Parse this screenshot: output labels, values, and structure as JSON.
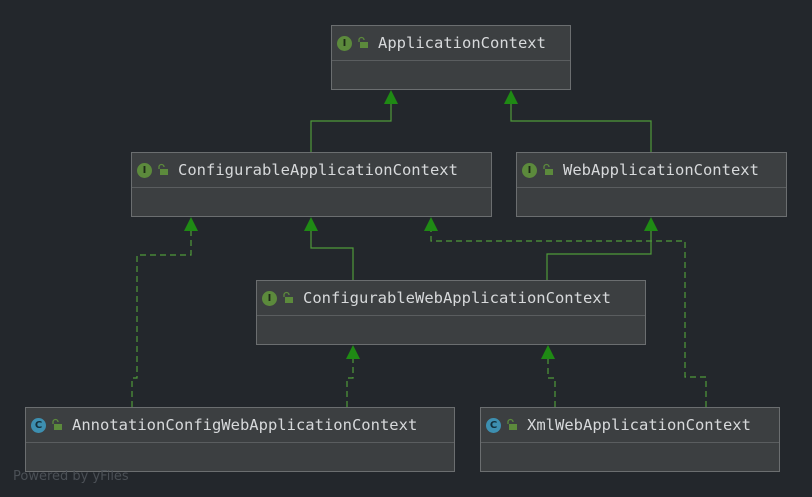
{
  "diagram": {
    "nodes": [
      {
        "name": "ApplicationContext",
        "kind": "interface",
        "kind_letter": "I"
      },
      {
        "name": "ConfigurableApplicationContext",
        "kind": "interface",
        "kind_letter": "I"
      },
      {
        "name": "WebApplicationContext",
        "kind": "interface",
        "kind_letter": "I"
      },
      {
        "name": "ConfigurableWebApplicationContext",
        "kind": "interface",
        "kind_letter": "I"
      },
      {
        "name": "AnnotationConfigWebApplicationContext",
        "kind": "class",
        "kind_letter": "C"
      },
      {
        "name": "XmlWebApplicationContext",
        "kind": "class",
        "kind_letter": "C"
      }
    ],
    "edges": [
      {
        "from": "ConfigurableApplicationContext",
        "to": "ApplicationContext",
        "relation": "extends"
      },
      {
        "from": "WebApplicationContext",
        "to": "ApplicationContext",
        "relation": "extends"
      },
      {
        "from": "ConfigurableWebApplicationContext",
        "to": "ConfigurableApplicationContext",
        "relation": "extends"
      },
      {
        "from": "ConfigurableWebApplicationContext",
        "to": "WebApplicationContext",
        "relation": "extends"
      },
      {
        "from": "AnnotationConfigWebApplicationContext",
        "to": "ConfigurableApplicationContext",
        "relation": "implements"
      },
      {
        "from": "AnnotationConfigWebApplicationContext",
        "to": "ConfigurableWebApplicationContext",
        "relation": "implements"
      },
      {
        "from": "XmlWebApplicationContext",
        "to": "ConfigurableWebApplicationContext",
        "relation": "implements"
      },
      {
        "from": "XmlWebApplicationContext",
        "to": "ConfigurableApplicationContext",
        "relation": "implements"
      }
    ]
  },
  "colors": {
    "background": "#23272c",
    "edge": "#4f9a3a",
    "arrowhead": "#1f8a14",
    "node_fill": "#3c3f41",
    "interface_icon": "#5c8a3c",
    "class_icon": "#3d8fb0"
  },
  "icons": {
    "access": "open-lock-icon"
  },
  "watermark": "Powered by yFiles"
}
